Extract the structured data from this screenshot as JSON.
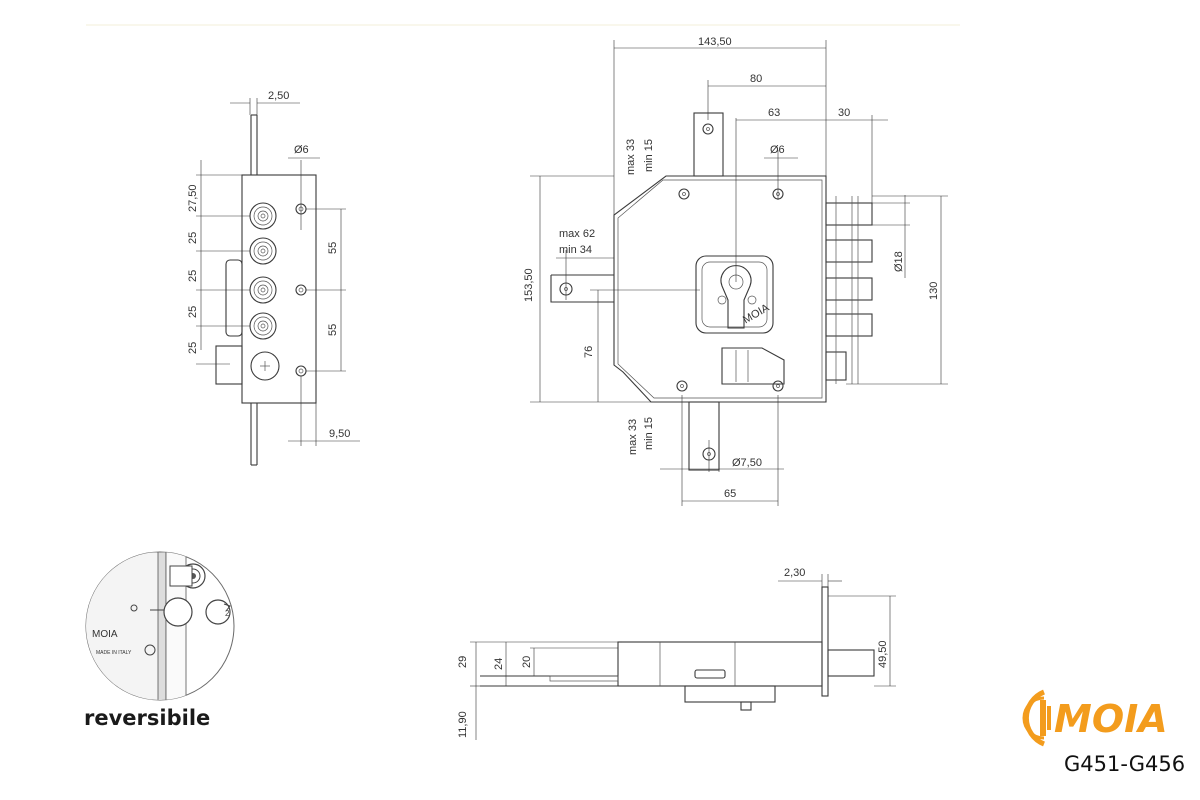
{
  "front_view": {
    "dims": {
      "top_offset": "2,50",
      "hole_dia": "Ø6",
      "bottom_offset": "9,50",
      "left_pitches": [
        "27,50",
        "25",
        "25",
        "25",
        "25"
      ],
      "right_pitches": [
        "55",
        "55"
      ]
    }
  },
  "main_view": {
    "dims": {
      "overall_width": "143,50",
      "w80": "80",
      "w63": "63",
      "w30": "30",
      "top_strike_max": "max 33",
      "top_strike_min": "min 15",
      "hole_dia": "Ø6",
      "backset_max": "max  62",
      "backset_min": "min  34",
      "height": "153,50",
      "h76": "76",
      "bolt_dia": "Ø18",
      "bolt_span": "130",
      "bottom_strike_max": "max 33",
      "bottom_strike_min": "min 15",
      "bottom_hole_dia": "Ø7,50",
      "bottom_width": "65",
      "cylinder_mark": "MOIA"
    }
  },
  "side_view": {
    "dims": {
      "thickness": "2,30",
      "h29": "29",
      "h24": "24",
      "h20": "20",
      "h49": "49,50",
      "h11": "11,90"
    }
  },
  "detail": {
    "label": "reversibile",
    "plate_text": "MOIA",
    "plate_subtext": "MADE IN ITALY"
  },
  "brand": {
    "name": "MOIA",
    "color": "#f39c1d"
  },
  "model": "G451-G456"
}
